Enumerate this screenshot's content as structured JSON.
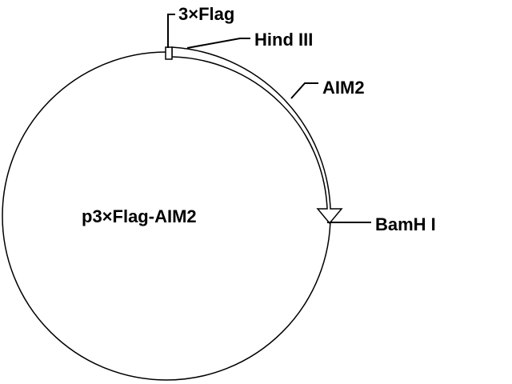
{
  "plasmid": {
    "name": "p3×Flag-AIM2"
  },
  "features": {
    "tag": "3×Flag",
    "insert": "AIM2"
  },
  "sites": {
    "five_prime": "Hind III",
    "three_prime": "BamH I"
  },
  "colors": {
    "line": "#000000",
    "background": "#ffffff",
    "arrow_fill": "#ffffff"
  }
}
